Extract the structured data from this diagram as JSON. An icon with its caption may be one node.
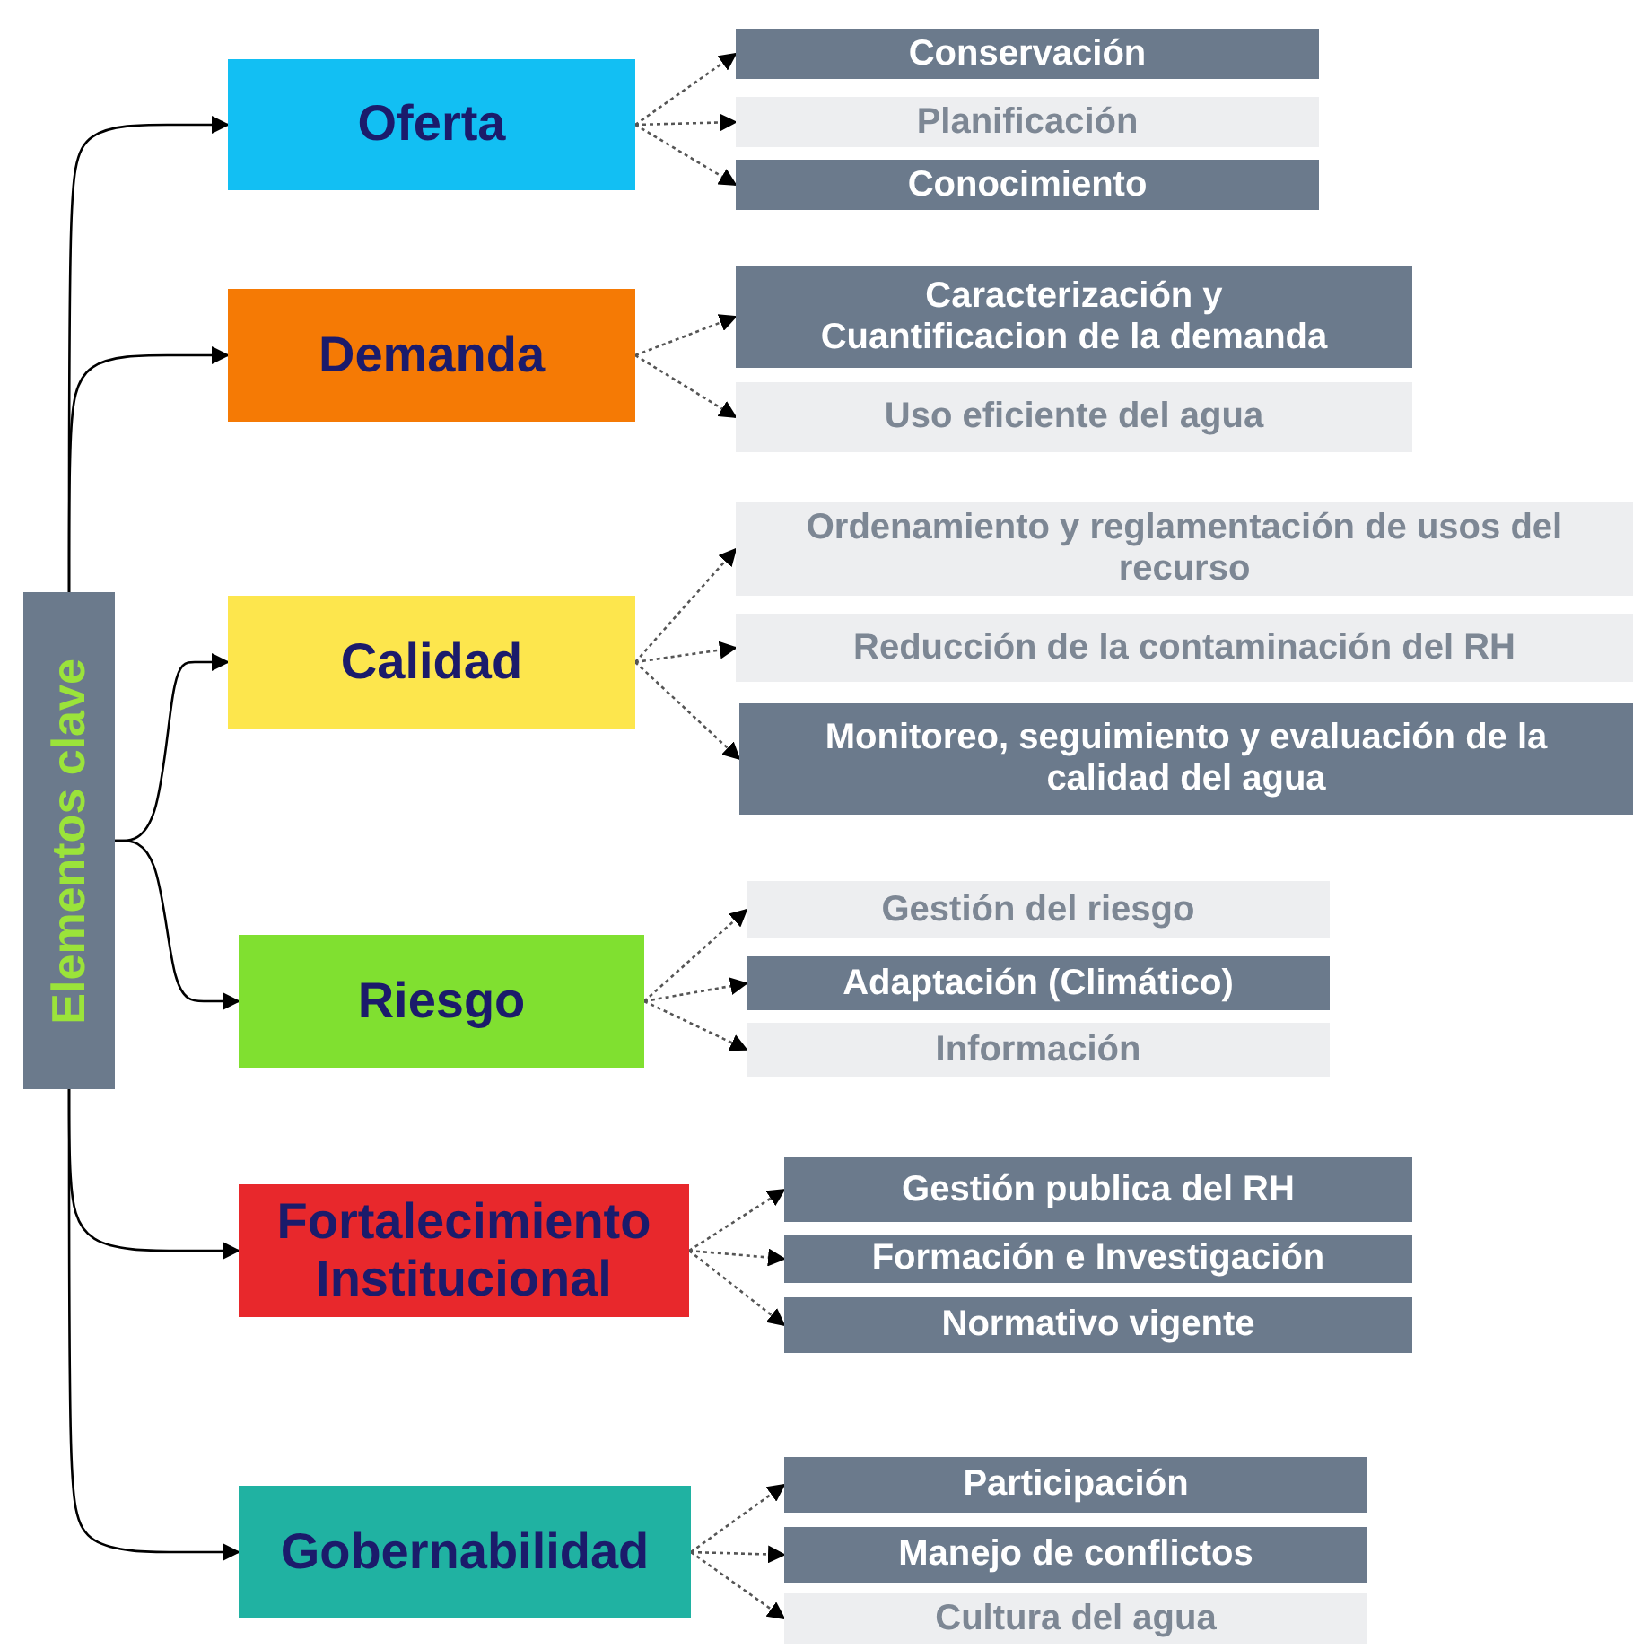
{
  "diagram": {
    "nodes": [
      {
        "text": [
          "Elementos clave"
        ]
      },
      {
        "text": [
          "Oferta"
        ]
      },
      {
        "text": [
          "Demanda"
        ]
      },
      {
        "text": [
          "Calidad"
        ]
      },
      {
        "text": [
          "Riesgo"
        ]
      },
      {
        "text": [
          "Fortalecimiento Institucional"
        ]
      },
      {
        "text": [
          "Gobernabilidad"
        ]
      },
      {
        "text": [
          "Conservación"
        ]
      },
      {
        "text": [
          "Planificación"
        ]
      },
      {
        "text": [
          "Conocimiento"
        ]
      },
      {
        "text": [
          "Caracterización y Cuantificacion de la demanda"
        ]
      },
      {
        "text": [
          "Uso eficiente del agua"
        ]
      },
      {
        "text": [
          "Ordenamiento y reglamentación de usos del recurso"
        ]
      },
      {
        "text": [
          "Reducción de la contaminación del RH"
        ]
      },
      {
        "text": [
          "Monitoreo, seguimiento y evaluación de la calidad del agua"
        ]
      },
      {
        "text": [
          "Gestión del riesgo"
        ]
      },
      {
        "text": [
          "Adaptación (Climático)"
        ]
      },
      {
        "text": [
          "Información"
        ]
      },
      {
        "text": [
          "Gestión publica del RH"
        ]
      },
      {
        "text": [
          "Formación e Investigación"
        ]
      },
      {
        "text": [
          "Normativo vigente"
        ]
      },
      {
        "text": [
          "Participación"
        ]
      },
      {
        "text": [
          "Manejo de conflictos"
        ]
      },
      {
        "text": [
          "Cultura del agua"
        ]
      }
    ],
    "edges": [
      {
        "from": 0,
        "to": 1,
        "arrow": "to"
      },
      {
        "from": 0,
        "to": 2,
        "arrow": "to"
      },
      {
        "from": 0,
        "to": 3,
        "arrow": "to"
      },
      {
        "from": 0,
        "to": 4,
        "arrow": "to"
      },
      {
        "from": 0,
        "to": 5,
        "arrow": "to"
      },
      {
        "from": 0,
        "to": 6,
        "arrow": "to"
      },
      {
        "from": 1,
        "to": 7,
        "arrow": "to",
        "style": "dashed"
      },
      {
        "from": 1,
        "to": 8,
        "arrow": "to",
        "style": "dashed"
      },
      {
        "from": 1,
        "to": 9,
        "arrow": "to",
        "style": "dashed"
      },
      {
        "from": 2,
        "to": 10,
        "arrow": "to",
        "style": "dashed"
      },
      {
        "from": 2,
        "to": 11,
        "arrow": "to",
        "style": "dashed"
      },
      {
        "from": 3,
        "to": 12,
        "arrow": "to",
        "style": "dashed"
      },
      {
        "from": 3,
        "to": 13,
        "arrow": "to",
        "style": "dashed"
      },
      {
        "from": 3,
        "to": 14,
        "arrow": "to",
        "style": "dashed"
      },
      {
        "from": 4,
        "to": 15,
        "arrow": "to",
        "style": "dashed"
      },
      {
        "from": 4,
        "to": 16,
        "arrow": "to",
        "style": "dashed"
      },
      {
        "from": 4,
        "to": 17,
        "arrow": "to",
        "style": "dashed"
      },
      {
        "from": 5,
        "to": 18,
        "arrow": "to",
        "style": "dashed"
      },
      {
        "from": 5,
        "to": 19,
        "arrow": "to",
        "style": "dashed"
      },
      {
        "from": 5,
        "to": 20,
        "arrow": "to",
        "style": "dashed"
      },
      {
        "from": 6,
        "to": 21,
        "arrow": "to",
        "style": "dashed"
      },
      {
        "from": 6,
        "to": 22,
        "arrow": "to",
        "style": "dashed"
      },
      {
        "from": 6,
        "to": 23,
        "arrow": "to",
        "style": "dashed"
      }
    ]
  }
}
